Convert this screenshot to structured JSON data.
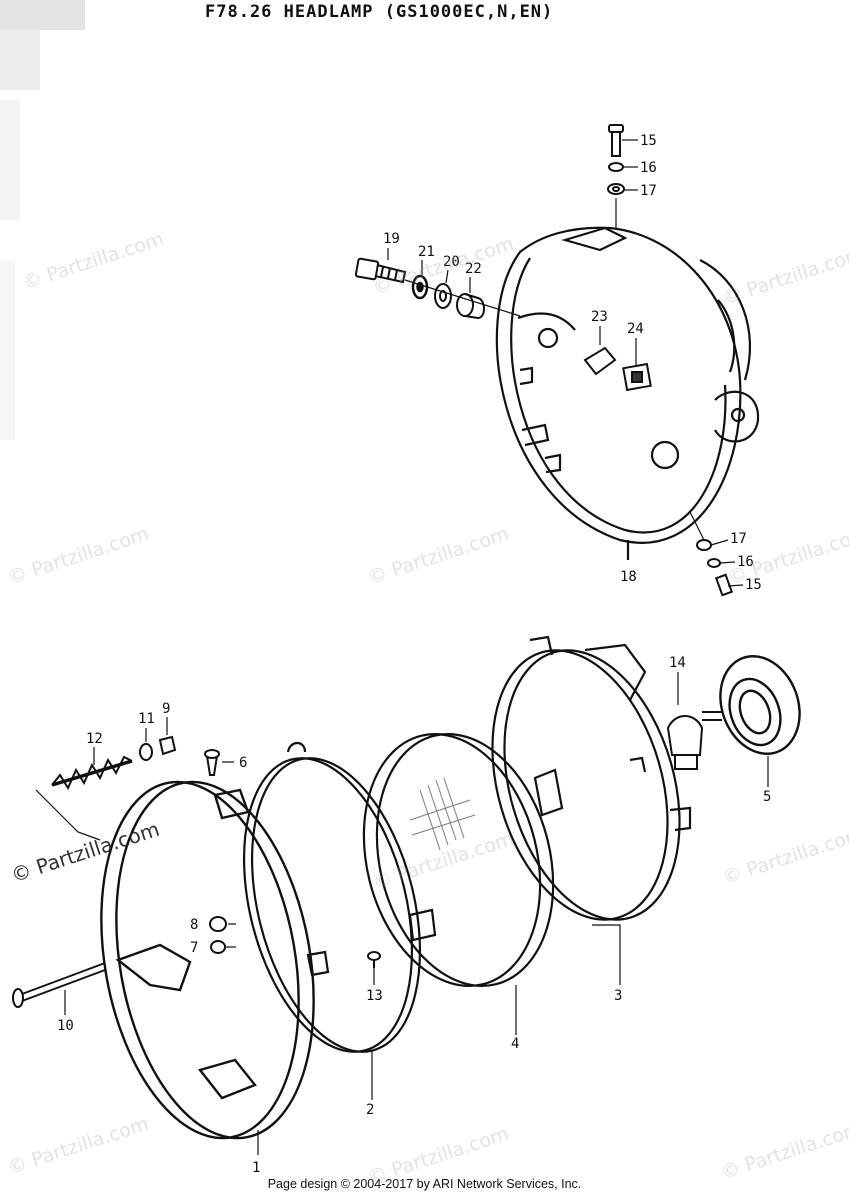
{
  "title": "F78.26  HEADLAMP (GS1000EC,N,EN)",
  "footer": "Page design © 2004-2017 by ARI Network Services, Inc.",
  "watermark": "© Partzilla.com",
  "callouts": [
    "1",
    "2",
    "3",
    "4",
    "5",
    "6",
    "7",
    "8",
    "9",
    "10",
    "11",
    "12",
    "13",
    "14",
    "15",
    "16",
    "17",
    "18",
    "19",
    "20",
    "21",
    "22",
    "23",
    "24",
    "15",
    "16",
    "17"
  ]
}
